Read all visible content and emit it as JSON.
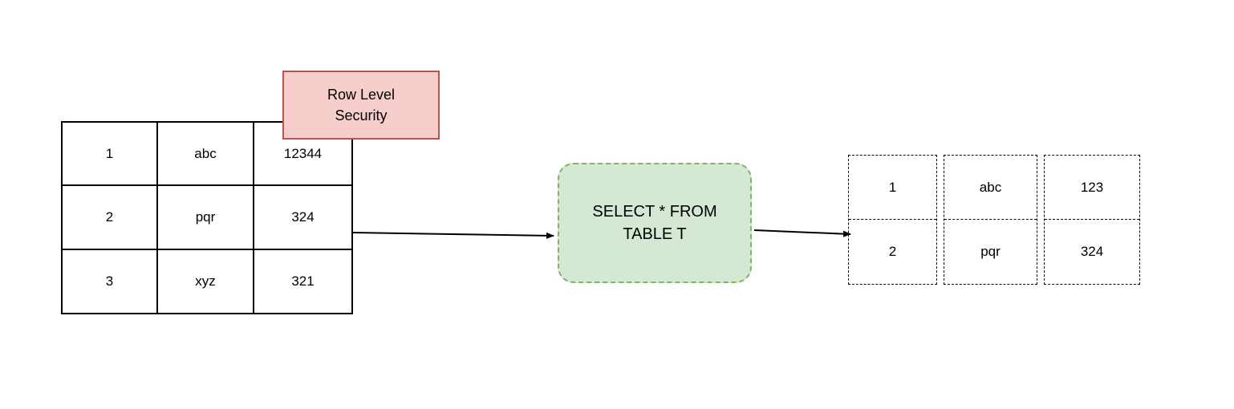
{
  "colors": {
    "background": "#ffffff",
    "table_border": "#000000",
    "rls_fill": "#f8cecc",
    "rls_stroke": "#b85450",
    "query_fill": "#d5e8d4",
    "query_stroke": "#82b366",
    "arrow": "#000000"
  },
  "source_table": {
    "rows": [
      [
        "1",
        "abc",
        "12344"
      ],
      [
        "2",
        "pqr",
        "324"
      ],
      [
        "3",
        "xyz",
        "321"
      ]
    ]
  },
  "rls_label": {
    "line1": "Row Level",
    "line2": "Security"
  },
  "query_box": {
    "line1": "SELECT * FROM",
    "line2": "TABLE T"
  },
  "result_table": {
    "rows": [
      [
        "1",
        "abc",
        "123"
      ],
      [
        "2",
        "pqr",
        "324"
      ]
    ]
  }
}
